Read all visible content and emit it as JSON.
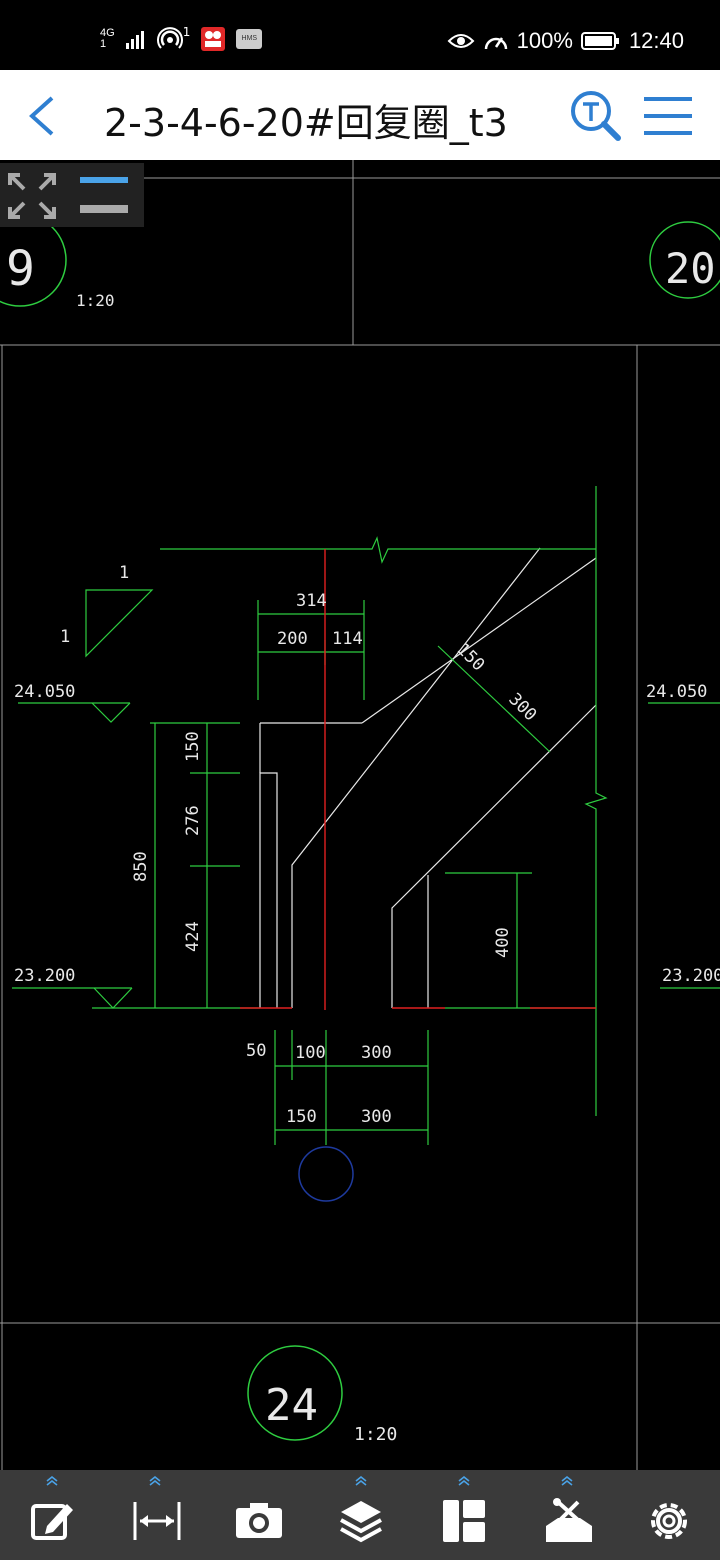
{
  "status_bar": {
    "network": "4G",
    "signal_sub": "1",
    "notification_count": "1",
    "hms_label": "HMS",
    "battery": "100%",
    "time": "12:40"
  },
  "header": {
    "title": "2-3-4-6-20#回复圈_t3"
  },
  "drawing": {
    "view_label_left": "9",
    "view_label_right": "20",
    "view_label_bottom": "24",
    "scale_top": "1:20",
    "scale_bottom": "1:20",
    "slope_v": "1",
    "slope_h": "1",
    "elev_top_left": "24.050",
    "elev_top_right": "24.050",
    "elev_bottom_left": "23.200",
    "elev_bottom_right": "23.200",
    "dims": {
      "d314": "314",
      "d200": "200",
      "d114": "114",
      "d150_v": "150",
      "d276": "276",
      "d424": "424",
      "d850": "850",
      "d400": "400",
      "d150_diag": "150",
      "d300_diag": "300",
      "d50": "50",
      "d100": "100",
      "d300_a": "300",
      "d150_b": "150",
      "d300_b": "300"
    }
  },
  "colors": {
    "cad_green": "#2ecc40",
    "cad_red": "#e02020",
    "cad_white": "#e8e8e8",
    "cad_blue": "#1e3a9e",
    "accent_blue": "#2f7fd1",
    "toolbar_bg": "#3a3a3a"
  },
  "toolbar": {
    "items": [
      "edit-icon",
      "measure-icon",
      "camera-icon",
      "layers-icon",
      "layout-icon",
      "tools-icon",
      "settings-icon"
    ]
  }
}
